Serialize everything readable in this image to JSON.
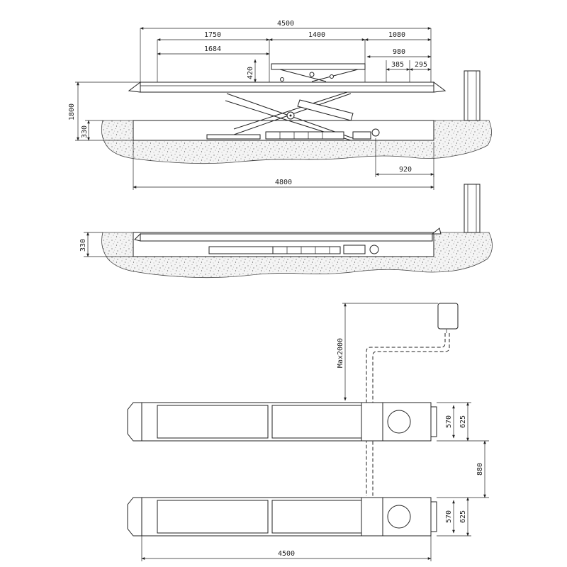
{
  "dimensions": {
    "side_top": {
      "overall_length": "4500",
      "seg_left": "1750",
      "seg_mid": "1400",
      "seg_right": "1080",
      "inner_left": "1684",
      "platform_height": "420",
      "right_980": "980",
      "right_385": "385",
      "right_295": "295",
      "lift_height": "1800",
      "pit_depth": "330",
      "right_offset": "920",
      "pit_length": "4800"
    },
    "side_lowered": {
      "pit_depth": "330"
    },
    "plan": {
      "max_hose": "Max2000",
      "platform_width_inner": "570",
      "platform_width_outer": "625",
      "gap": "880",
      "platform_width_inner_2": "570",
      "platform_width_outer_2": "625",
      "overall_length": "4500"
    }
  },
  "colors": {
    "line": "#222222",
    "soil": "#bdbdbd",
    "background": "#ffffff"
  },
  "icons": [
    "control-box-icon",
    "hydraulic-cylinder-icon"
  ]
}
